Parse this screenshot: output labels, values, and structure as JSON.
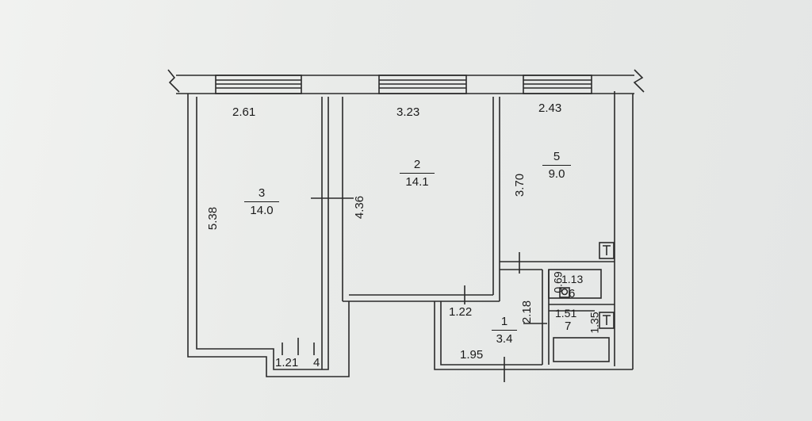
{
  "rooms": [
    {
      "id": "3",
      "area": "14.0"
    },
    {
      "id": "2",
      "area": "14.1"
    },
    {
      "id": "5",
      "area": "9.0"
    },
    {
      "id": "1",
      "area": "3.4"
    },
    {
      "id": "6"
    },
    {
      "id": "7"
    },
    {
      "id": "4"
    }
  ],
  "dimensions": {
    "room3_width": "2.61",
    "room2_width": "3.23",
    "room5_width": "2.43",
    "room3_length": "5.38",
    "room2_length": "4.36",
    "room5_length": "3.70",
    "hall_width": "1.22",
    "hall_length": "2.18",
    "hall_bottom": "1.95",
    "bath_width": "1.13",
    "bath_length": "0.69",
    "wc_width": "1.51",
    "wc_length": "1.35",
    "balcony_width": "1.21"
  },
  "colors": {
    "line": "#2a2a2a",
    "paper": "#eceeec"
  }
}
